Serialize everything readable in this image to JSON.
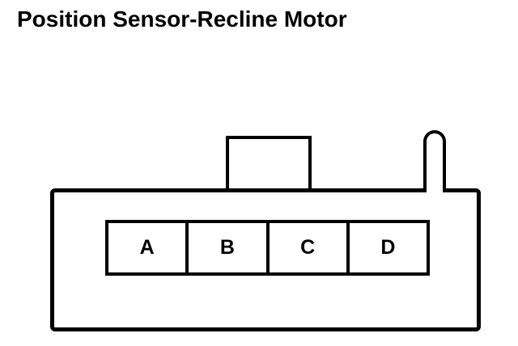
{
  "diagram": {
    "title": "Position Sensor-Recline Motor",
    "colors": {
      "line": "#000000",
      "background": "#ffffff"
    },
    "connector": {
      "pins": [
        {
          "label": "A"
        },
        {
          "label": "B"
        },
        {
          "label": "C"
        },
        {
          "label": "D"
        }
      ]
    }
  }
}
